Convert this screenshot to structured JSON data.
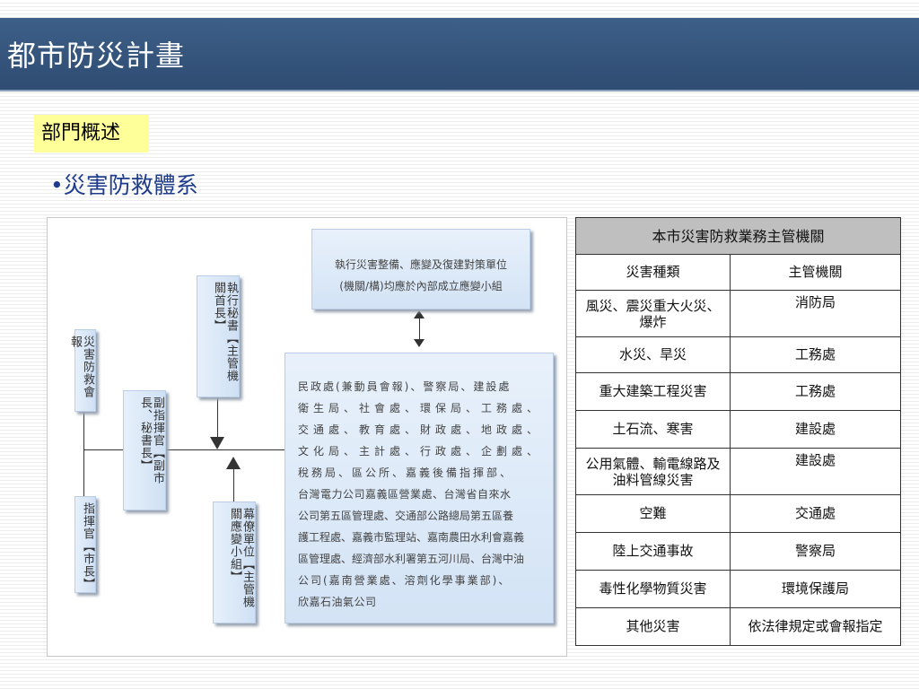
{
  "title": "都市防災計畫",
  "section_tag": "部門概述",
  "bullet": "•災害防救體系",
  "diagram": {
    "disaster_council": "災害防救會報",
    "commander": "指揮官【市長】",
    "deputy_commander": "副指揮官【副市長、秘書長】",
    "executive_secretary": "執行秘書【主管機關首長】",
    "staff_unit": "幕僚單位【主管機關應變小組】",
    "response_units_note": {
      "line1": "執行災害整備、應變及復建對策單位",
      "line2": "(機關/構)均應於內部成立應變小組"
    },
    "member_agencies": [
      "民政處(兼動員會報)、警察局、建設處",
      "衛生局、社會處、環保局、工務處、",
      "交通處、教育處、財政處、地政處、",
      "文化局、主計處、行政處、企劃處、",
      "稅務局、區公所、嘉義後備指揮部、",
      "台灣電力公司嘉義區營業處、台灣省自來水",
      "公司第五區管理處、交通部公路總局第五區養",
      "護工程處、嘉義市監理站、嘉南農田水利會嘉義",
      "區管理處、經濟部水利署第五河川局、台灣中油",
      "公司(嘉南營業處、溶劑化學事業部)、",
      "欣嘉石油氣公司"
    ]
  },
  "table": {
    "title": "本市災害防救業務主管機關",
    "headers": [
      "災害種類",
      "主管機關"
    ],
    "rows": [
      {
        "type": "風災、震災重大火災、爆炸",
        "agency": "消防局"
      },
      {
        "type": "水災、旱災",
        "agency": "工務處"
      },
      {
        "type": "重大建築工程災害",
        "agency": "工務處"
      },
      {
        "type": "土石流、寒害",
        "agency": "建設處"
      },
      {
        "type": "公用氣體、輸電線路及油料管線災害",
        "agency": "建設處"
      },
      {
        "type": "空難",
        "agency": "交通處"
      },
      {
        "type": "陸上交通事故",
        "agency": "警察局"
      },
      {
        "type": "毒性化學物質災害",
        "agency": "環境保護局"
      },
      {
        "type": "其他災害",
        "agency": "依法律規定或會報指定"
      }
    ]
  }
}
